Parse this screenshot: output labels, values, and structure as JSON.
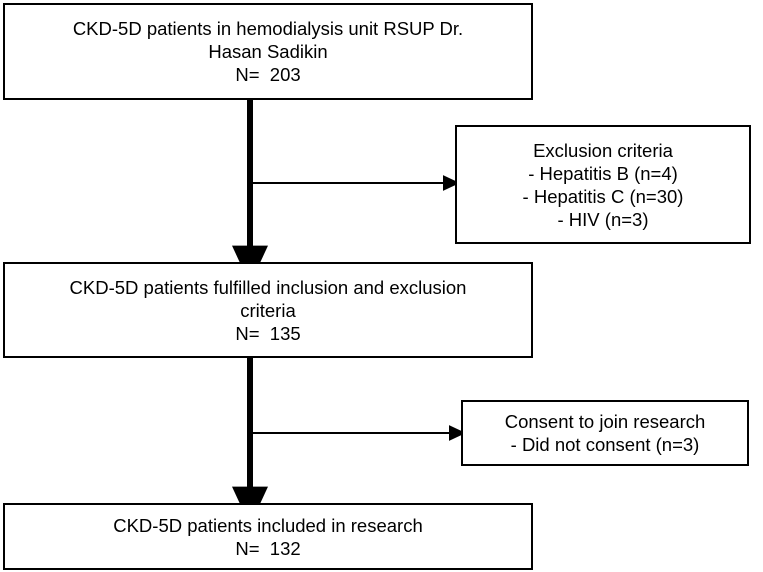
{
  "diagram": {
    "type": "flowchart",
    "title": "Participant selection flow",
    "colors": {
      "background": "#ffffff",
      "stroke": "#000000",
      "text": "#000000"
    },
    "nodes": {
      "source": {
        "name": "source-population-box",
        "lines": [
          "CKD-5D patients in hemodialysis unit RSUP Dr.",
          "Hasan Sadikin",
          "N=  203"
        ],
        "count": 203
      },
      "exclusion": {
        "name": "exclusion-criteria-box",
        "lines": [
          "Exclusion criteria",
          "- Hepatitis B (n=4)",
          "- Hepatitis C (n=30)",
          "- HIV (n=3)"
        ],
        "items": [
          {
            "label": "Hepatitis B",
            "n": 4
          },
          {
            "label": "Hepatitis C",
            "n": 30
          },
          {
            "label": "HIV",
            "n": 3
          }
        ]
      },
      "eligible": {
        "name": "eligible-patients-box",
        "lines": [
          "CKD-5D patients fulfilled inclusion and exclusion",
          "criteria",
          "N=  135"
        ],
        "count": 135
      },
      "consent": {
        "name": "consent-box",
        "lines": [
          "Consent to join research",
          "- Did not consent (n=3)"
        ],
        "items": [
          {
            "label": "Did not consent",
            "n": 3
          }
        ]
      },
      "included": {
        "name": "included-patients-box",
        "lines": [
          "CKD-5D patients included in research",
          "N=  132"
        ],
        "count": 132
      }
    },
    "edges": [
      {
        "name": "source-to-eligible",
        "from": "source",
        "to": "eligible",
        "style": "thick-down-arrow"
      },
      {
        "name": "source-to-exclusion",
        "from": "source",
        "to": "exclusion",
        "style": "thin-right-arrow"
      },
      {
        "name": "eligible-to-included",
        "from": "eligible",
        "to": "included",
        "style": "thick-down-arrow"
      },
      {
        "name": "eligible-to-consent",
        "from": "eligible",
        "to": "consent",
        "style": "thin-right-arrow"
      }
    ]
  }
}
